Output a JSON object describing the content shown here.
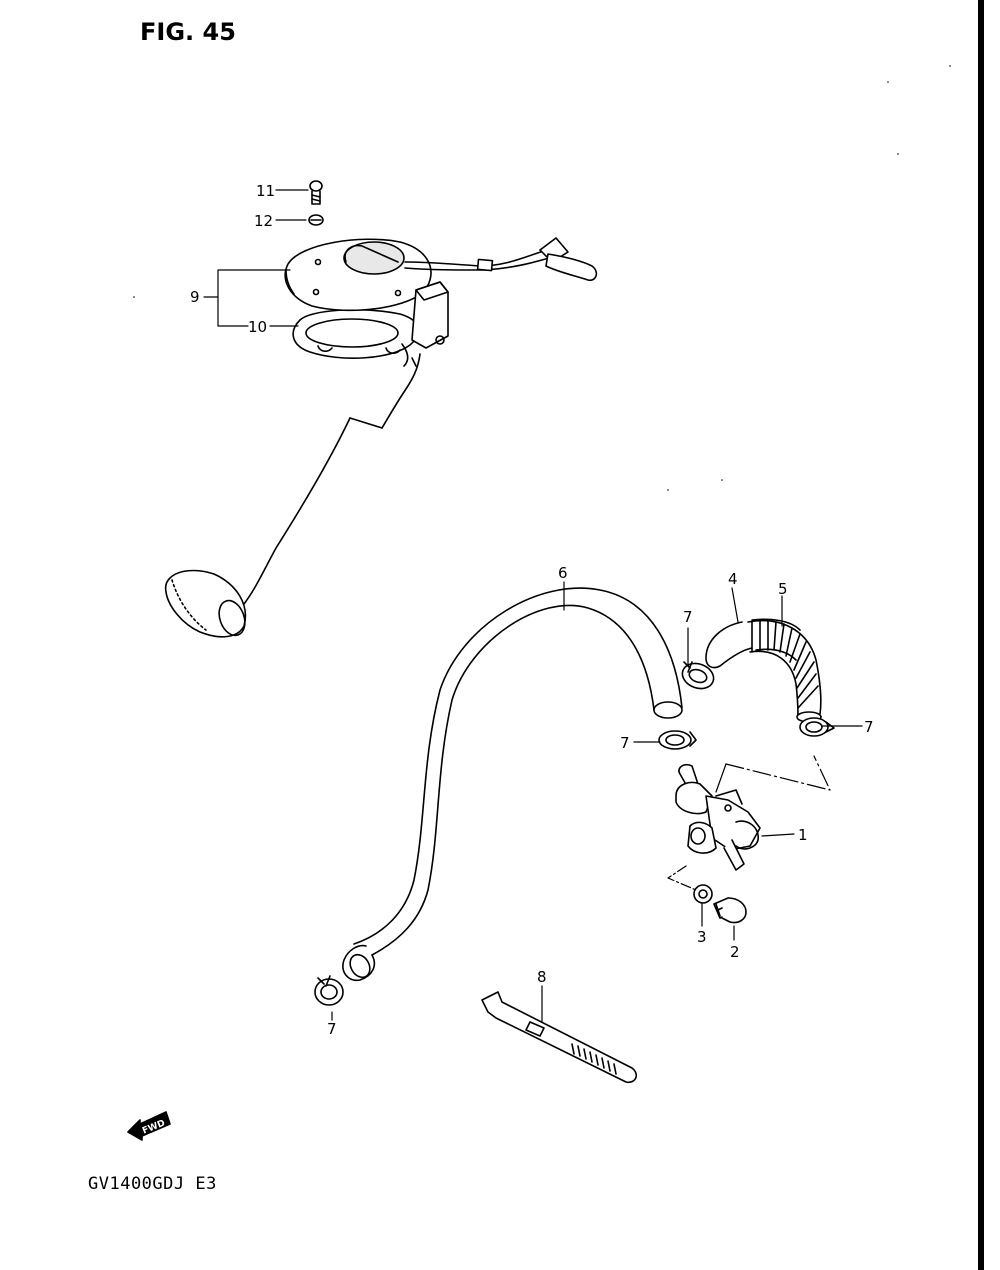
{
  "figure": {
    "title": "FIG. 45",
    "model_code": "GV1400GDJ  E3",
    "fwd_label": "FWD"
  },
  "callouts": [
    {
      "id": "c1",
      "number": "1"
    },
    {
      "id": "c2",
      "number": "2"
    },
    {
      "id": "c3",
      "number": "3"
    },
    {
      "id": "c4",
      "number": "4"
    },
    {
      "id": "c5",
      "number": "5"
    },
    {
      "id": "c6",
      "number": "6"
    },
    {
      "id": "c7a",
      "number": "7"
    },
    {
      "id": "c7b",
      "number": "7"
    },
    {
      "id": "c7c",
      "number": "7"
    },
    {
      "id": "c7d",
      "number": "7"
    },
    {
      "id": "c8",
      "number": "8"
    },
    {
      "id": "c9",
      "number": "9"
    },
    {
      "id": "c10",
      "number": "10"
    },
    {
      "id": "c11",
      "number": "11"
    },
    {
      "id": "c12",
      "number": "12"
    }
  ]
}
